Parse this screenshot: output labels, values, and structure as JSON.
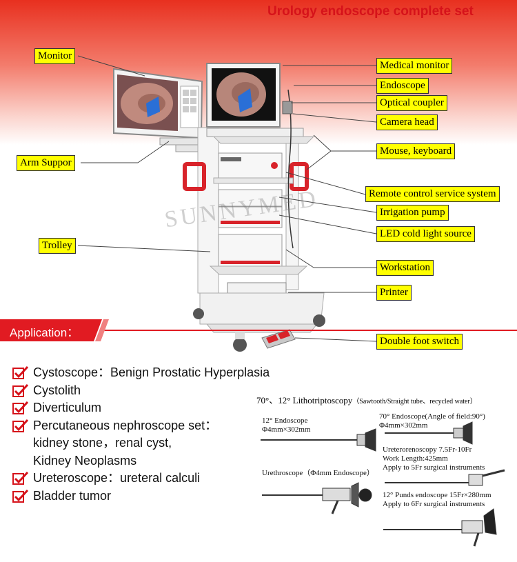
{
  "title": "Urology endoscope complete set",
  "watermark": "SUNNYMED",
  "labels": {
    "monitor": "Monitor",
    "arm_support": "Arm Suppor",
    "trolley": "Trolley",
    "medical_monitor": "Medical monitor",
    "endoscope": "Endoscope",
    "optical_coupler": "Optical coupler",
    "camera_head": "Camera head",
    "mouse_keyboard": "Mouse, keyboard",
    "remote_control": "Remote control service system",
    "irrigation_pump": "Irrigation pump",
    "led_light": "LED cold light source",
    "workstation": "Workstation",
    "printer": "Printer",
    "foot_switch": "Double foot switch"
  },
  "application": {
    "heading": "Application：",
    "items": [
      {
        "text": "Cystoscope：Benign Prostatic Hyperplasia",
        "check": true
      },
      {
        "text": "Cystolith",
        "check": true
      },
      {
        "text": "Diverticulum",
        "check": true
      },
      {
        "text": "Percutaneous nephroscope set：",
        "check": true
      },
      {
        "text": "kidney stone，renal cyst,",
        "check": false
      },
      {
        "text": "Kidney Neoplasms",
        "check": false
      },
      {
        "text": "Ureteroscope：ureteral calculi",
        "check": true
      },
      {
        "text": "Bladder tumor",
        "check": true
      }
    ]
  },
  "instruments": {
    "lithotriptoscopy_title": "70°、12° Lithotriptoscopy",
    "lithotriptoscopy_note": "（Sawtooth/Straight tube、recycled water）",
    "endo12_line1": "12° Endoscope",
    "endo12_line2": "Φ4mm×302mm",
    "endo70_line1": "70° Endoscope(Angle of field:90°)",
    "endo70_line2": "Φ4mm×302mm",
    "uretero_line1": "Ureterorenoscopy  7.5Fr-10Fr",
    "uretero_line2": "Work Length:425mm",
    "uretero_line3": "Apply to 5Fr surgical instruments",
    "urethro_line1": "Urethroscope（Φ4mm Endoscope）",
    "punds_line1": "12° Punds endoscope  15Fr×280mm",
    "punds_line2": "Apply to 6Fr surgical instruments"
  },
  "colors": {
    "accent_red": "#d6121a",
    "label_yellow": "#ffff00",
    "trolley_red": "#d8232a"
  }
}
